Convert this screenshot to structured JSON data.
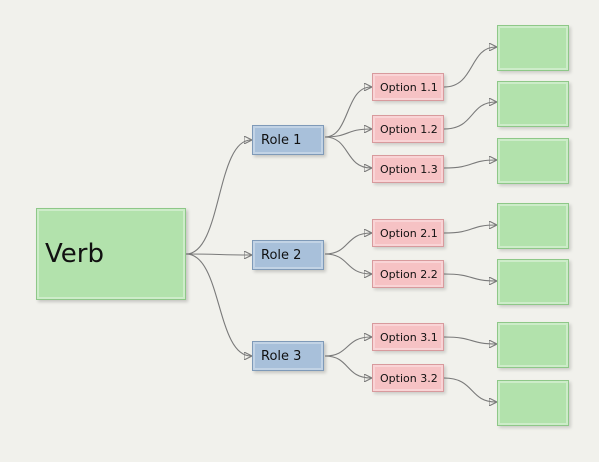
{
  "verb": {
    "label": "Verb"
  },
  "roles": [
    {
      "label": "Role 1"
    },
    {
      "label": "Role 2"
    },
    {
      "label": "Role 3"
    }
  ],
  "options": [
    {
      "label": "Option 1.1"
    },
    {
      "label": "Option 1.2"
    },
    {
      "label": "Option 1.3"
    },
    {
      "label": "Option 2.1"
    },
    {
      "label": "Option 2.2"
    },
    {
      "label": "Option 3.1"
    },
    {
      "label": "Option 3.2"
    }
  ],
  "colors": {
    "background": "#f1f1ec",
    "verb_fill": "#b2e2ac",
    "role_fill": "#a8c0da",
    "option_fill": "#f6c2c4",
    "leaf_fill": "#b2e2ac",
    "edge": "#7a7a7a"
  }
}
